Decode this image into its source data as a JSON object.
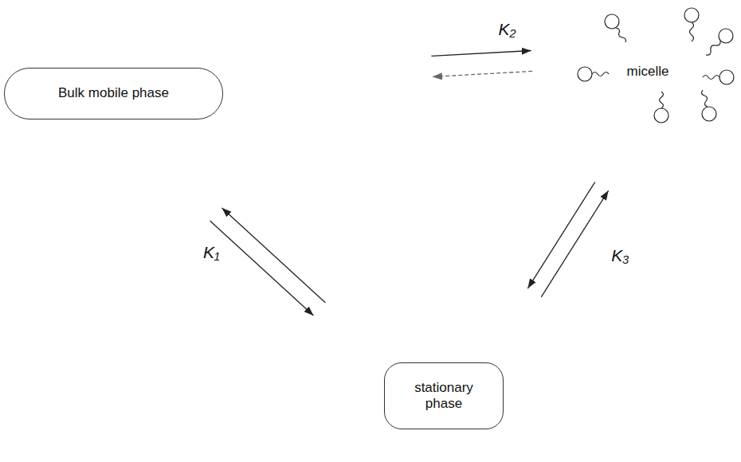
{
  "diagram": {
    "nodes": [
      {
        "text": [
          "Bulk mobile phase"
        ]
      },
      {
        "text": [
          "micelle"
        ]
      },
      {
        "text": [
          "stationary phase"
        ]
      }
    ],
    "edges": [
      {
        "from": 0,
        "to": 1,
        "arrow": "to",
        "label": "K₂"
      },
      {
        "from": 1,
        "to": 0,
        "arrow": "to"
      },
      {
        "from": 0,
        "to": 2,
        "arrow": "to",
        "label": "K₁"
      },
      {
        "from": 2,
        "to": 0,
        "arrow": "to"
      },
      {
        "from": 1,
        "to": 2,
        "arrow": "to",
        "label": "K₃"
      },
      {
        "from": 2,
        "to": 1,
        "arrow": "to"
      }
    ]
  }
}
